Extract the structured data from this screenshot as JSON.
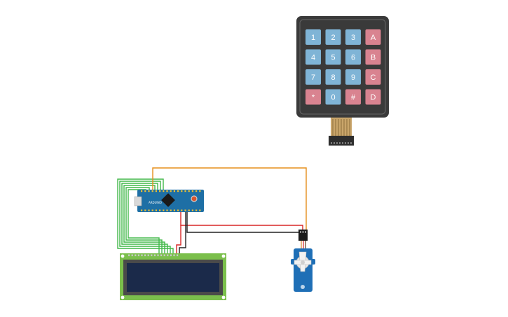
{
  "keypad": {
    "keys": [
      "1",
      "2",
      "3",
      "A",
      "4",
      "5",
      "6",
      "B",
      "7",
      "8",
      "9",
      "C",
      "*",
      "0",
      "#",
      "D"
    ],
    "num_color": "#7fb4d6",
    "letter_color": "#d98390",
    "body_color": "#3a3a3a"
  },
  "arduino": {
    "board_color": "#1e6fa5",
    "logo_text": "ARDUINO"
  },
  "lcd": {
    "pcb_color": "#7bbf4c",
    "screen_color": "#1b2a4a"
  },
  "servo": {
    "body_color": "#1f6fb6"
  },
  "wires": {
    "green": "#42b84a",
    "orange": "#e58f1c",
    "red": "#d92727",
    "black": "#222222"
  }
}
